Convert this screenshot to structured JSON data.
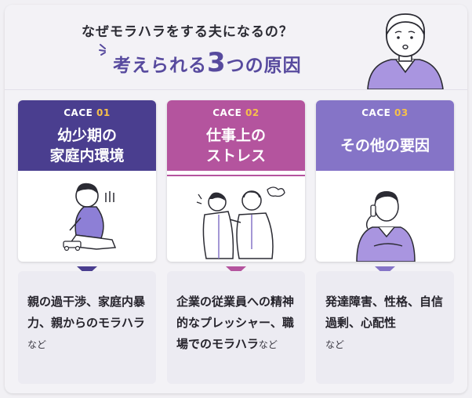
{
  "header": {
    "title_line1": "なぜモラハラをする夫になるの？",
    "title_line2_prefix": "考えられる",
    "title_line2_number": "3",
    "title_line2_suffix": "つの原因"
  },
  "cards": [
    {
      "case_prefix": "CACE",
      "case_number": "01",
      "heading_line1": "幼少期の",
      "heading_line2": "家庭内環境",
      "color": "#4a3e8f",
      "desc_main": "親の過干渉、家庭内暴力、親からのモラハラ",
      "desc_tail": "など"
    },
    {
      "case_prefix": "CACE",
      "case_number": "02",
      "heading_line1": "仕事上の",
      "heading_line2": "ストレス",
      "color": "#b4549e",
      "desc_main": "企業の従業員への精神的なプレッシャー、職場でのモラハラ",
      "desc_tail": "など"
    },
    {
      "case_prefix": "CACE",
      "case_number": "03",
      "heading_line1": "その他の要因",
      "heading_line2": "",
      "color": "#8574c7",
      "desc_main": "発達障害、性格、自信過剰、心配性",
      "desc_tail": "など"
    }
  ],
  "colors": {
    "accent_dark": "#4a3e8f",
    "accent_pink": "#b4549e",
    "accent_light": "#8574c7",
    "case_number": "#f6c04a",
    "title_purple": "#574a9e"
  }
}
